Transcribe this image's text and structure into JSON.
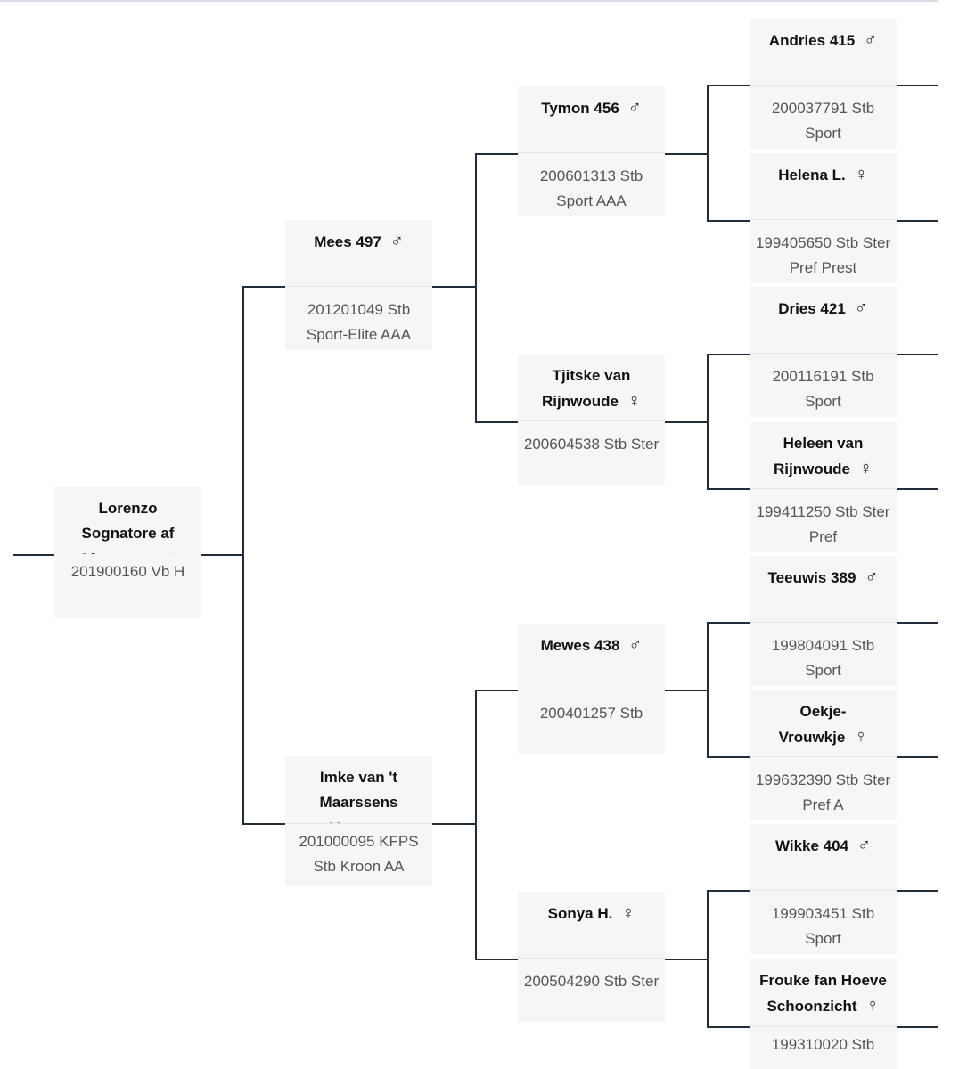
{
  "horses": {
    "subject": {
      "name": "Lorenzo Sognatore af Aftenmore",
      "sex": "♂",
      "number": "201900160 Vb H"
    },
    "sire": {
      "name": "Mees 497",
      "sex": "♂",
      "number": "201201049 Stb Sport-Elite AAA"
    },
    "dam": {
      "name": "Imke van 't Maarssens Veen",
      "sex": "♀",
      "number": "201000095 KFPS Stb Kroon AA"
    },
    "ss": {
      "name": "Tymon 456",
      "sex": "♂",
      "number": "200601313 Stb Sport AAA"
    },
    "sd": {
      "name": "Tjitske van Rijnwoude",
      "sex": "♀",
      "number": "200604538 Stb Ster"
    },
    "ds": {
      "name": "Mewes 438",
      "sex": "♂",
      "number": "200401257 Stb"
    },
    "dd": {
      "name": "Sonya H.",
      "sex": "♀",
      "number": "200504290 Stb Ster"
    },
    "sss": {
      "name": "Andries 415",
      "sex": "♂",
      "number": "200037791 Stb Sport"
    },
    "ssd": {
      "name": "Helena L.",
      "sex": "♀",
      "number": "199405650 Stb Ster Pref Prest"
    },
    "sds": {
      "name": "Dries 421",
      "sex": "♂",
      "number": "200116191 Stb Sport"
    },
    "sdd": {
      "name": "Heleen van Rijnwoude",
      "sex": "♀",
      "number": "199411250 Stb Ster Pref"
    },
    "dss": {
      "name": "Teeuwis 389",
      "sex": "♂",
      "number": "199804091 Stb Sport"
    },
    "dsd": {
      "name": "Oekje-Vrouwkje",
      "sex": "♀",
      "number": "199632390 Stb Ster Pref A"
    },
    "dds": {
      "name": "Wikke 404",
      "sex": "♂",
      "number": "199903451 Stb Sport"
    },
    "ddd": {
      "name": "Frouke fan Hoeve Schoonzicht",
      "sex": "♀",
      "number": "199310020 Stb"
    }
  }
}
